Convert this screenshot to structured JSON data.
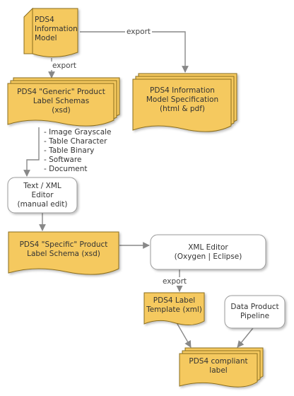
{
  "nodes": {
    "info_model": "PDS4\nInformation\nModel",
    "generic_schemas": "PDS4 \"Generic\" Product\nLabel Schemas\n(xsd)",
    "model_spec": "PDS4 Information\nModel Specification\n(html & pdf)",
    "text_xml_editor": "Text / XML\nEditor\n(manual edit)",
    "specific_schema": "PDS4 \"Specific\" Product\nLabel Schema (xsd)",
    "xml_editor": "XML Editor\n(Oxygen | Eclipse)",
    "label_template": "PDS4 Label\nTemplate (xml)",
    "data_pipeline": "Data Product\nPipeline",
    "compliant_label": "PDS4 compliant\nlabel"
  },
  "edge_labels": {
    "export_to_spec": "export",
    "export_to_schemas": "export",
    "export_to_template": "export"
  },
  "schema_types": [
    "- Image Grayscale",
    "- Table Character",
    "- Table Binary",
    "- Software",
    "- Document"
  ],
  "colors": {
    "document_fill": "#f5c95f",
    "document_stroke": "#8a6d1e",
    "process_fill": "#ffffff",
    "process_stroke": "#999999",
    "connector": "#888888"
  }
}
